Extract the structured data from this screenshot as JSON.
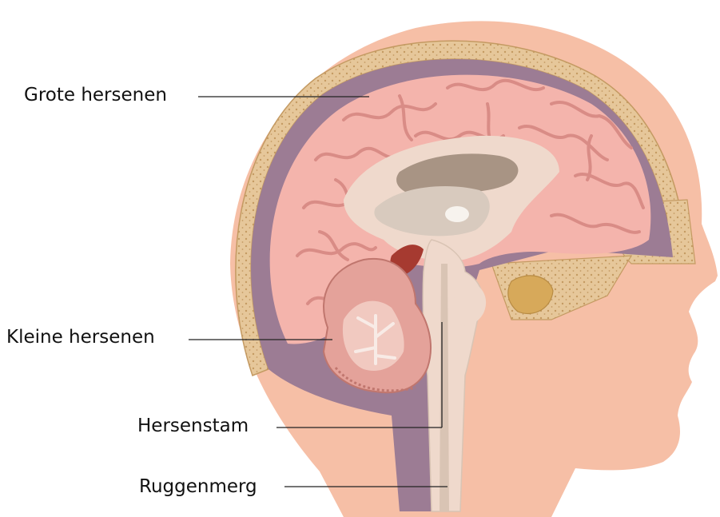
{
  "labels": {
    "cerebrum": "Grote hersenen",
    "cerebellum": "Kleine hersenen",
    "brainstem": "Hersenstam",
    "spinal_cord": "Ruggenmerg"
  },
  "colors": {
    "skin": "#f6bfa6",
    "skull": "#e6c79a",
    "skull_pores": "#c49a62",
    "csf": "#9c7c94",
    "brain": "#f4b4ac",
    "brain_folds": "#d98c86",
    "ventricle": "#d8cabe",
    "cerebellum": "#e4a29a",
    "brainstem": "#efd9cc",
    "leader_line": "#222222"
  }
}
